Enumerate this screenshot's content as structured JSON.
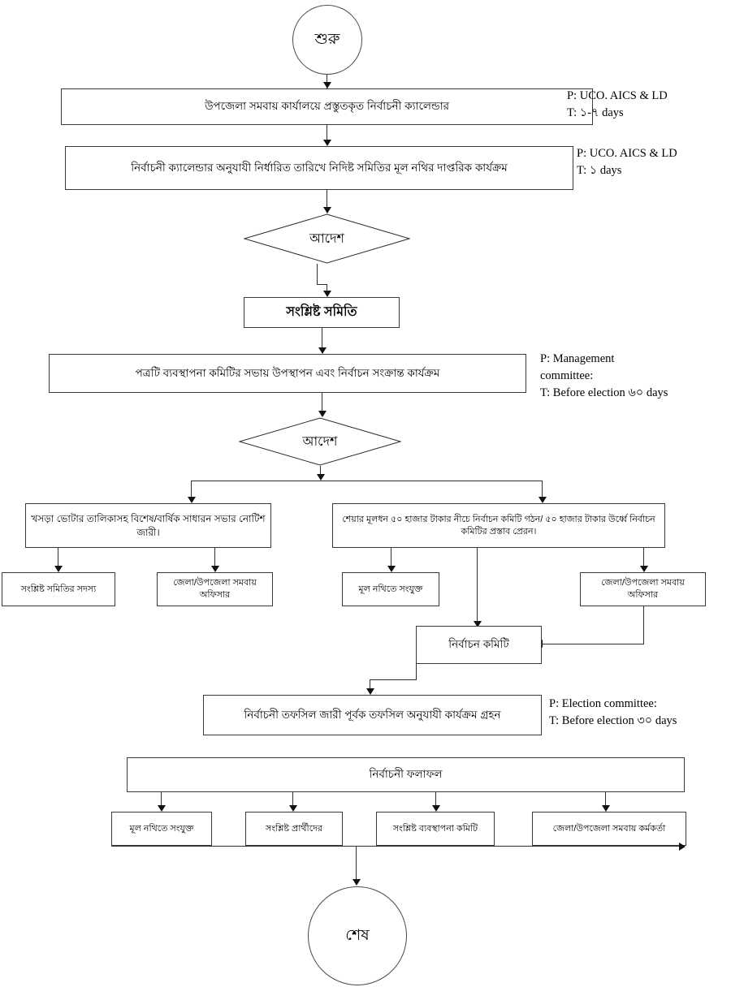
{
  "diagram": {
    "title": "Cooperative Society Election Process Flowchart",
    "language": "Bengali",
    "start_label": "শুরু",
    "end_label": "শেষ",
    "line_color": "#2e2e2e",
    "box_border_color": "#3a3a3a",
    "background": "#ffffff"
  },
  "nodes": {
    "start": "শুরু",
    "calendar": "উপজেলা সমবায় কার্যালয়ে প্রস্তুতকৃত নির্বাচনী ক্যালেন্ডার",
    "office_work": "নির্বাচনী ক্যালেন্ডার অনুযাযী নির্ধারিত তারিখে নিদিষ্ট সমিতির মূল নথির দাপ্তরিক কার্যক্রম",
    "order_1": "আদেশ",
    "society": "সংশ্লিষ্ট সমিতি",
    "management_meeting": "পত্রটি ব্যবস্থাপনা কমিটির সভায় উপস্থাপন এবং নির্বাচন সংক্রান্ত কার্যক্রম",
    "order_2": "আদেশ",
    "notice": "খসড়া ভোটার তালিকাসহ বিশেষ/বার্ষিক সাধারন সভার নোটিশ জারী।",
    "share_capital": "শেয়ার মূলধন ৫০ হাজার টাকার নীচে নির্বাচন কমিটি গঠন/ ৫০ হাজার টাকার উর্ধ্বে নির্বাচন কমিটির প্রস্তাব প্রেরন।",
    "members": "সংশ্লিষ্ট সমিতির সদস্য",
    "officer_left": "জেলা/উপজেলা সমবায় অফিসার",
    "attached_file_1": "মূল নথিতে সংযুক্ত",
    "officer_right": "জেলা/উপজেলা সমবায় অফিসার",
    "election_committee": "নির্বাচন কমিটি",
    "schedule": "নির্বাচনী তফসিল জারী পূর্বক তফসিল অনুযাযী কার্যক্রম গ্রহন",
    "result": "নির্বাচনী ফলাফল",
    "result_out_1": "মূল নথিতে সংযুক্ত",
    "result_out_2": "সংশ্লিষ্ট প্রার্থীদের",
    "result_out_3": "সংশ্লিষ্ট ব্যবস্থাপনা কমিটি",
    "result_out_4": "জেলা/উপজেলা সমবায় কর্মকর্তা",
    "end": "শেষ"
  },
  "annotations": {
    "calendar_note": "P: UCO. AICS & LD\nT: ১-৭ days",
    "office_work_note": "P: UCO. AICS & LD\nT: ১ days",
    "management_note": "P: Management\ncommittee:\nT: Before election ৬০ days",
    "election_committee_note": "P: Election committee:\nT: Before election ৩০ days"
  }
}
